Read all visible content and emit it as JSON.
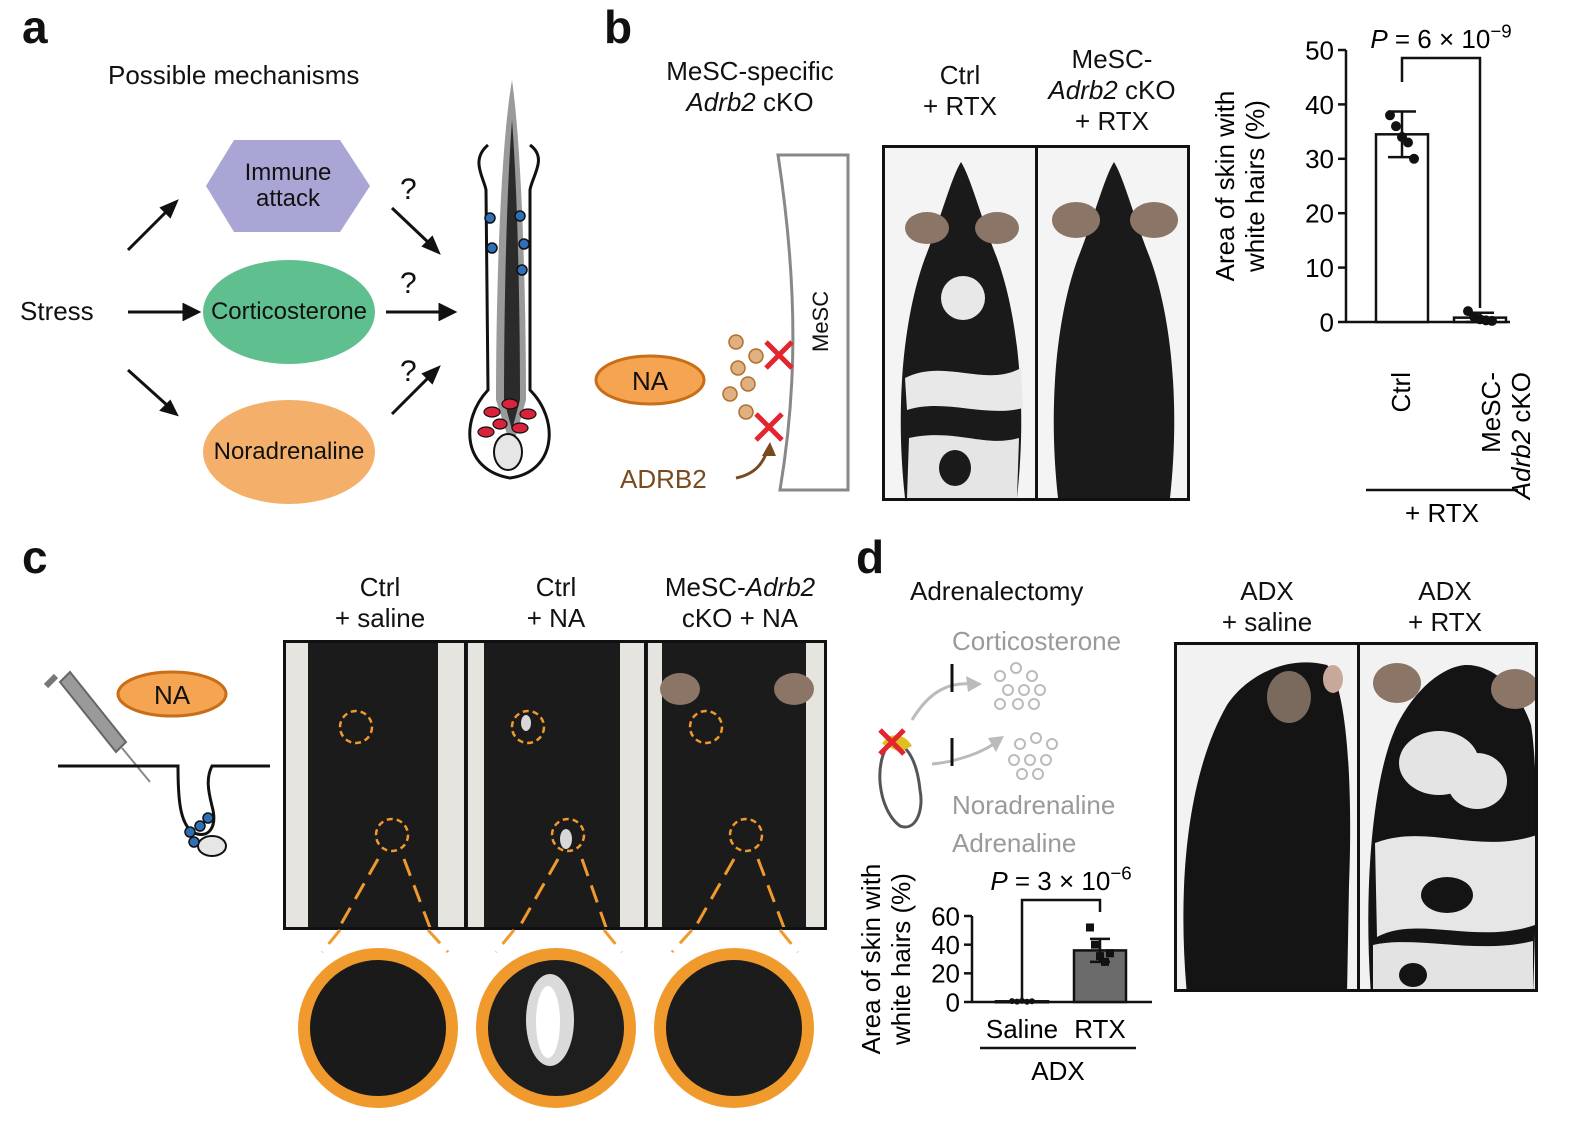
{
  "panels": {
    "a": {
      "letter": "a",
      "title": "Possible mechanisms",
      "stress": "Stress",
      "immune": [
        "Immune",
        "attack"
      ],
      "corticosterone": "Corticosterone",
      "noradrenaline": "Noradrenaline",
      "question": "?"
    },
    "b": {
      "letter": "b",
      "model_title": [
        "MeSC-specific",
        "Adrb2",
        "cKO"
      ],
      "na": "NA",
      "mesc": "MeSC",
      "adrb2": "ADRB2",
      "photo_left": [
        "Ctrl",
        "+ RTX"
      ],
      "photo_right": [
        "MeSC-",
        "Adrb2",
        "cKO",
        "+ RTX"
      ],
      "group_label": "+ RTX"
    },
    "c": {
      "letter": "c",
      "na": "NA",
      "col1": [
        "Ctrl",
        "+ saline"
      ],
      "col2": [
        "Ctrl",
        "+ NA"
      ],
      "col3": [
        "MeSC-",
        "Adrb2",
        "cKO + NA"
      ]
    },
    "d": {
      "letter": "d",
      "title": "Adrenalectomy",
      "corticosterone": "Corticosterone",
      "noradrenaline": "Noradrenaline",
      "adrenaline": "Adrenaline",
      "photo_left": [
        "ADX",
        "+ saline"
      ],
      "photo_right": [
        "ADX",
        "+ RTX"
      ],
      "group_label": "ADX"
    }
  },
  "chart_data": [
    {
      "type": "bar",
      "panel": "b",
      "categories": [
        "Ctrl",
        "MeSC-Adrb2 cKO"
      ],
      "category_lines": [
        [
          "Ctrl"
        ],
        [
          "MeSC-",
          "Adrb2 cKO"
        ]
      ],
      "values": [
        34.5,
        0.8
      ],
      "error": [
        4.2,
        0.9
      ],
      "points": [
        [
          38,
          36,
          34,
          33,
          30
        ],
        [
          2,
          1,
          0.5,
          0.3,
          0.2
        ]
      ],
      "ylabel_lines": [
        "Area of skin with",
        "white hairs (%)"
      ],
      "ylim": [
        0,
        50
      ],
      "yticks": [
        0,
        10,
        20,
        30,
        40,
        50
      ],
      "pvalue": {
        "prefix": "P",
        "text": " = 6 × 10",
        "exp": "−9"
      },
      "bar_fill": "#ffffff"
    },
    {
      "type": "bar",
      "panel": "d",
      "categories": [
        "Saline",
        "RTX"
      ],
      "category_lines": [
        [
          "Saline"
        ],
        [
          "RTX"
        ]
      ],
      "values": [
        0.5,
        36
      ],
      "error": [
        0.5,
        8
      ],
      "points": [
        [
          0.6,
          0.3,
          0.8,
          0.2,
          0.5
        ],
        [
          52,
          40,
          32,
          28,
          34
        ]
      ],
      "ylabel_lines": [
        "Area of skin with",
        "white hairs (%)"
      ],
      "ylim": [
        0,
        60
      ],
      "yticks": [
        0,
        20,
        40,
        60
      ],
      "pvalue": {
        "prefix": "P",
        "text": " = 3 × 10",
        "exp": "−6"
      },
      "bar_fill": "#6b6b6b"
    }
  ],
  "colors": {
    "immune": "#a9a6d6",
    "corticosterone": "#5fbf8f",
    "noradrenaline": "#f4b06a",
    "na_oval": "#f09a3e",
    "orange_ring": "#f09a2e",
    "red_x": "#e3262e",
    "mesc_blue": "#2f6fb5",
    "melanocyte_red": "#d8233a"
  }
}
